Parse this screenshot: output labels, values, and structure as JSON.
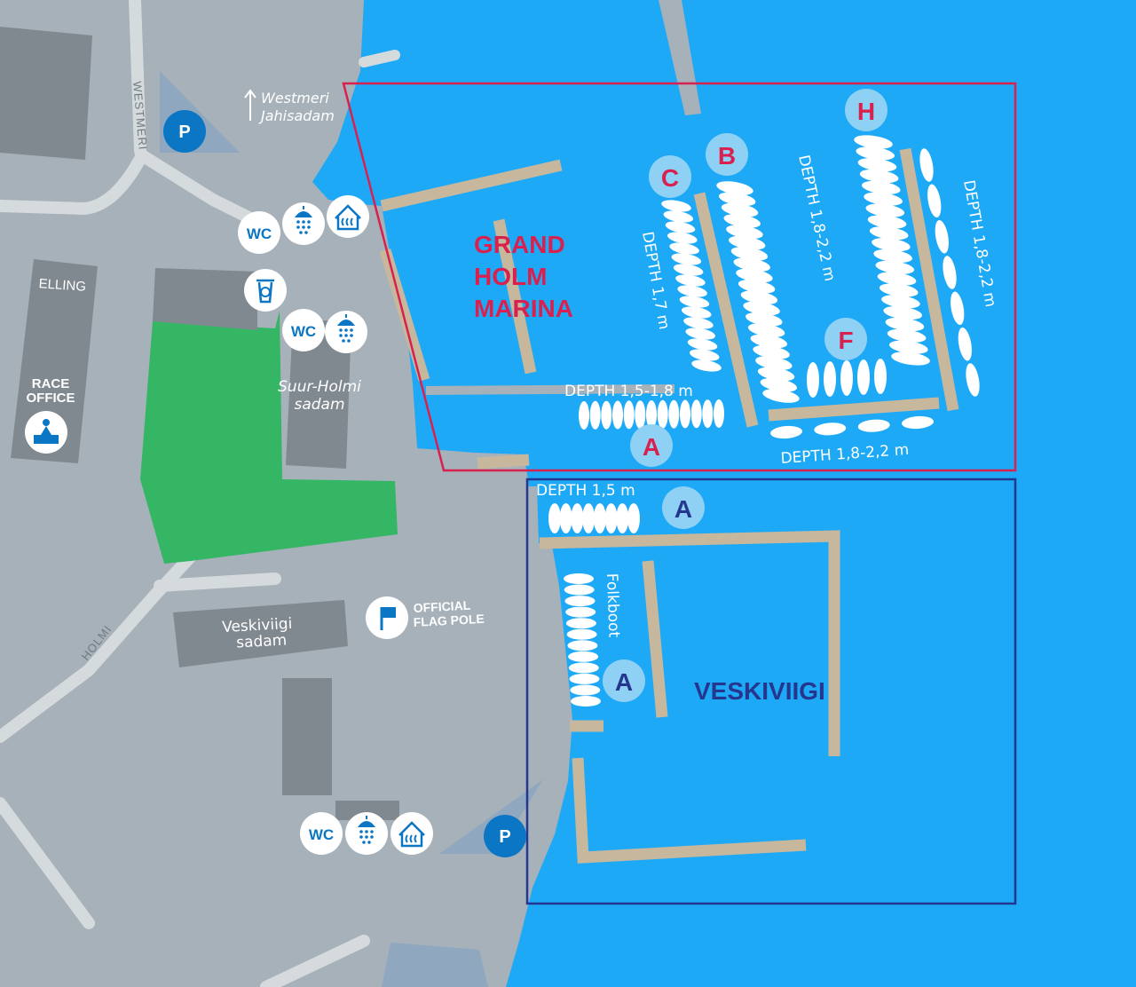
{
  "colors": {
    "water": "#1ea9f7",
    "land": "#a7b1b9",
    "building": "#808890",
    "road": "#d5dadd",
    "green": "#35b665",
    "pier": "#c7b79c",
    "parking_bg": "#8ba6bf",
    "icon_blue": "#0b76c4",
    "berth_badge": "#8fd1f5",
    "grand_holm_red": "#d8214f",
    "veskiviigi_navy": "#24368e"
  },
  "streets": {
    "westmeri": "WESTMERI",
    "holmi": "HOLMI"
  },
  "buildings": {
    "elling": "ELLING",
    "race_office_line1": "RACE",
    "race_office_line2": "OFFICE",
    "veskiviigi_line1": "Veskiviigi",
    "veskiviigi_line2": "sadam"
  },
  "places": {
    "westmeri_line1": "Westmeri",
    "westmeri_line2": "Jahisadam",
    "suur_holmi_line1": "Suur-Holmi",
    "suur_holmi_line2": "sadam",
    "flag_line1": "OFFICIAL",
    "flag_line2": "FLAG POLE"
  },
  "facilities": {
    "wc": "WC",
    "parking": "P"
  },
  "marinas": {
    "grand_holm": {
      "line1": "GRAND",
      "line2": "HOLM",
      "line3": "MARINA"
    },
    "veskiviigi": {
      "name": "VESKIVIIGI"
    }
  },
  "berths": {
    "a": "A",
    "b": "B",
    "c": "C",
    "f": "F",
    "h": "H"
  },
  "depths": {
    "c_pier": "DEPTH 1,7 m",
    "b_pier": "DEPTH 1,8-2,2 m",
    "h_pier": "DEPTH 1,8-2,2 m",
    "a_top": "DEPTH 1,5-1,8 m",
    "f_bottom": "DEPTH 1,8-2,2 m",
    "a_lower": "DEPTH 1,5 m"
  },
  "folkboot": "Folkboot"
}
